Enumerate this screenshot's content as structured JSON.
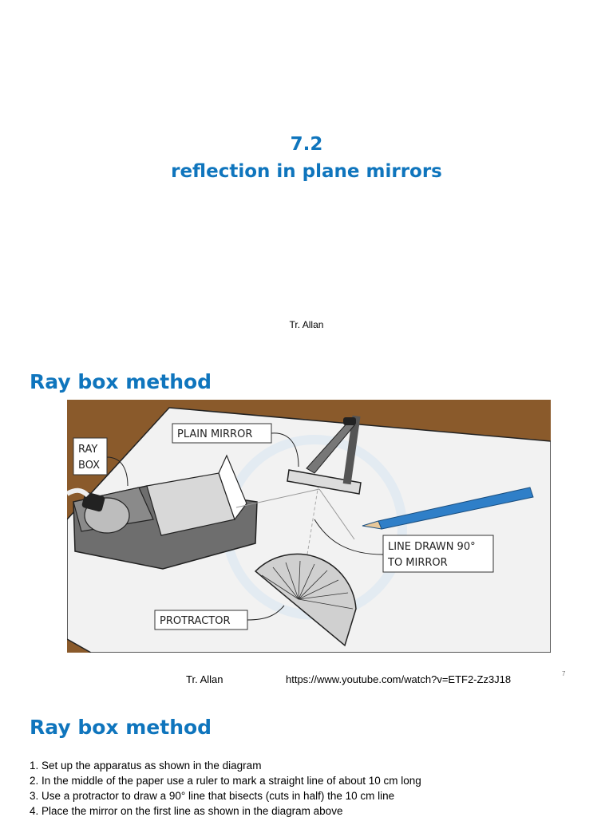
{
  "slide1": {
    "number": "7.2",
    "title": "reflection in plane mirrors",
    "author": "Tr. Allan"
  },
  "slide2": {
    "heading": "Ray box method",
    "diagram_labels": {
      "ray_box_line1": "RAY",
      "ray_box_line2": "BOX",
      "plain_mirror": "PLAIN MIRROR",
      "line_drawn_line1": "LINE DRAWN 90°",
      "line_drawn_line2": "TO MIRROR",
      "protractor": "PROTRACTOR"
    },
    "footer_author": "Tr. Allan",
    "footer_url": "https://www.youtube.com/watch?v=ETF2-Zz3J18",
    "page_number": "7"
  },
  "slide3": {
    "heading": "Ray box method",
    "steps": [
      "1. Set up the apparatus as shown in the diagram",
      "2. In the middle of the paper use a ruler to mark a straight line of about 10 cm long",
      "3. Use a protractor to draw a 90° line that bisects (cuts in half) the 10 cm line",
      "4. Place the mirror on the first line as shown in the diagram above"
    ]
  },
  "colors": {
    "heading_blue": "#0f75bd",
    "desk_brown": "#8a5a2b",
    "paper": "#f2f2f2",
    "pencil_blue": "#2f7fc8"
  }
}
